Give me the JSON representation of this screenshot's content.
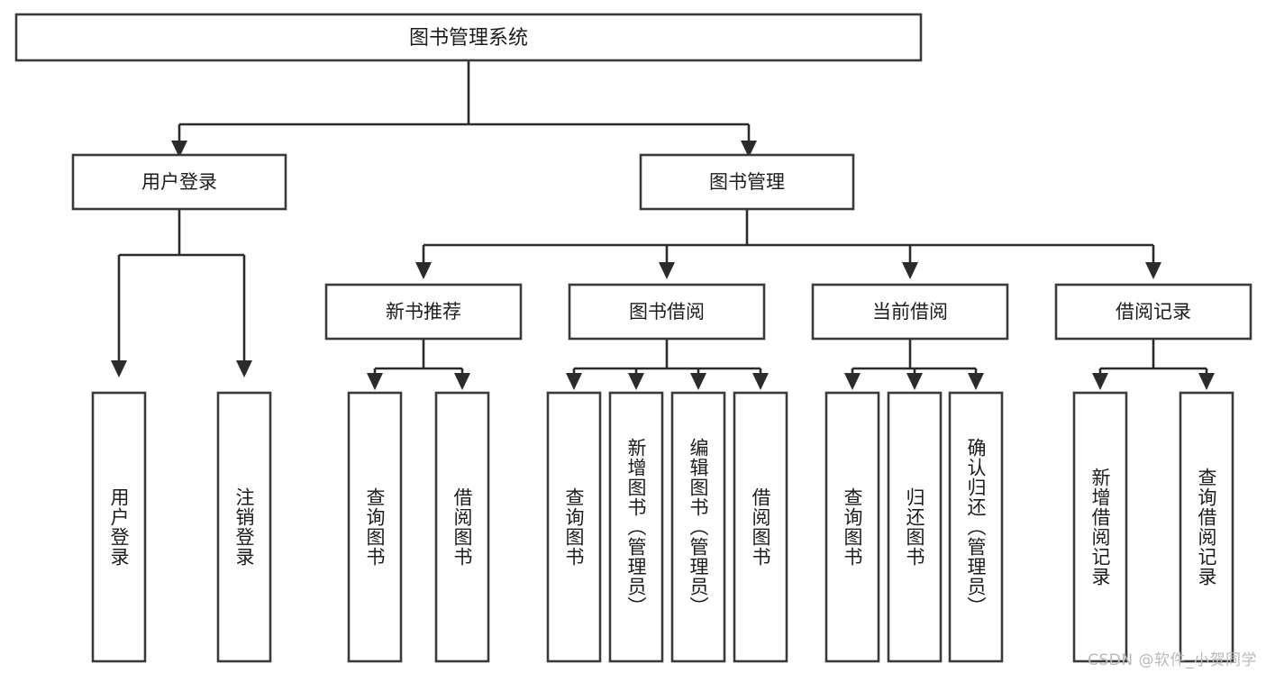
{
  "diagram": {
    "type": "tree",
    "title": "图书管理系统",
    "root": {
      "id": "root",
      "label": "图书管理系统"
    },
    "level2": [
      {
        "id": "user-login",
        "label": "用户登录"
      },
      {
        "id": "book-management",
        "label": "图书管理"
      }
    ],
    "level3": [
      {
        "id": "new-book-recommend",
        "label": "新书推荐",
        "parent": "book-management"
      },
      {
        "id": "book-borrow",
        "label": "图书借阅",
        "parent": "book-management"
      },
      {
        "id": "current-borrow",
        "label": "当前借阅",
        "parent": "book-management"
      },
      {
        "id": "borrow-record",
        "label": "借阅记录",
        "parent": "book-management"
      }
    ],
    "leaves": [
      {
        "id": "leaf-user-login",
        "label": "用户登录",
        "parent": "user-login"
      },
      {
        "id": "leaf-logout-login",
        "label": "注销登录",
        "parent": "user-login"
      },
      {
        "id": "leaf-query-book-1",
        "label": "查询图书",
        "parent": "new-book-recommend"
      },
      {
        "id": "leaf-borrow-book-1",
        "label": "借阅图书",
        "parent": "new-book-recommend"
      },
      {
        "id": "leaf-query-book-2",
        "label": "查询图书",
        "parent": "book-borrow"
      },
      {
        "id": "leaf-add-book",
        "label": "新增图书（管理员）",
        "parent": "book-borrow"
      },
      {
        "id": "leaf-edit-book",
        "label": "编辑图书（管理员）",
        "parent": "book-borrow"
      },
      {
        "id": "leaf-borrow-book-2",
        "label": "借阅图书",
        "parent": "book-borrow"
      },
      {
        "id": "leaf-query-book-3",
        "label": "查询图书",
        "parent": "current-borrow"
      },
      {
        "id": "leaf-return-book",
        "label": "归还图书",
        "parent": "current-borrow"
      },
      {
        "id": "leaf-confirm-return",
        "label": "确认归还（管理员）",
        "parent": "current-borrow"
      },
      {
        "id": "leaf-add-record",
        "label": "新增借阅记录",
        "parent": "borrow-record"
      },
      {
        "id": "leaf-query-record",
        "label": "查询借阅记录",
        "parent": "borrow-record"
      }
    ],
    "colors": {
      "background": "#ffffff",
      "box_fill": "#ffffff",
      "box_stroke": "#3a3a3a",
      "connector": "#2b2b2b",
      "text": "#1c1c1c",
      "watermark": "#b9b9b9"
    }
  },
  "watermark": {
    "text": "CSDN @软件_小贺同学"
  }
}
